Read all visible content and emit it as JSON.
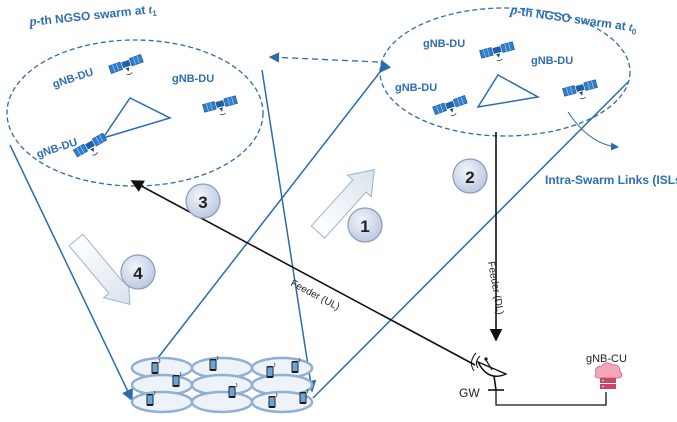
{
  "swarm_t1": {
    "title_prefix": "p",
    "title_main": "-th NGSO swarm at ",
    "title_var": "t",
    "title_sub": "1"
  },
  "swarm_t0": {
    "title_prefix": "p",
    "title_main": "-th NGSO swarm at ",
    "title_var": "t",
    "title_sub": "0"
  },
  "labels": {
    "gnb_du": "gNB-DU",
    "isl": "Intra-Swarm Links (ISLs)",
    "feeder_ul": "Feeder (UL)",
    "feeder_dl": "Feeder (DL)",
    "gw": "GW",
    "gnb_cu": "gNB-CU"
  },
  "steps": [
    "1",
    "2",
    "3",
    "4"
  ],
  "colors": {
    "accent": "#2e6fb3",
    "line": "#2b6cb0",
    "dark": "#111111",
    "badge": "#c9d3e6"
  }
}
